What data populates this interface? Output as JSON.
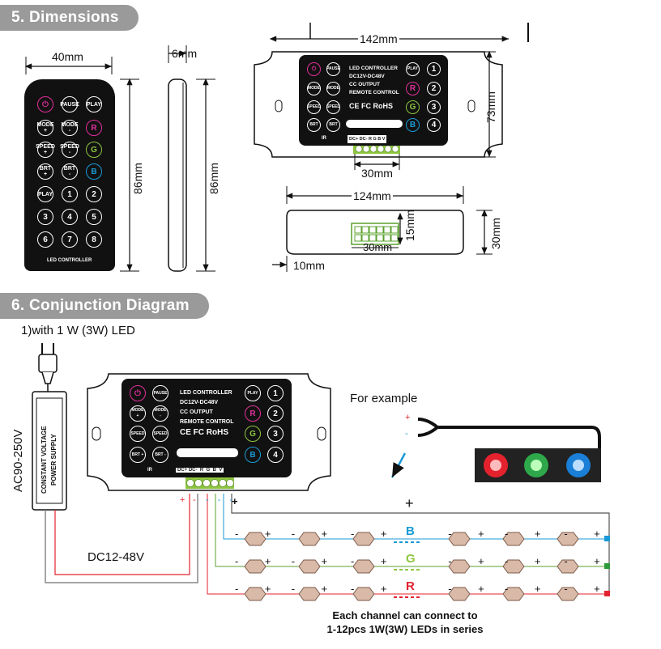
{
  "sections": {
    "dimensions_title": "5. Dimensions",
    "conjunction_title": "6. Conjunction Diagram"
  },
  "dimensions": {
    "remote_width": "40mm",
    "remote_height": "86mm",
    "side_thickness": "6mm",
    "side_height": "86mm",
    "controller_width": "142mm",
    "controller_height": "73mm",
    "terminal_width": "30mm",
    "body_width": "124mm",
    "body_height": "30mm",
    "terminal_height": "15mm",
    "terminal_width_side": "30mm",
    "foot": "10mm"
  },
  "remote": {
    "label": "LED CONTROLLER",
    "buttons": [
      "PAUSE",
      "PLAY",
      "MODE +",
      "MODE -",
      "R",
      "SPEED +",
      "SPEED -",
      "G",
      "BRT +",
      "BRT -",
      "B",
      "PLAY",
      "1",
      "2",
      "3",
      "4",
      "5",
      "6",
      "7",
      "8"
    ]
  },
  "controller": {
    "lines": [
      "LED CONTROLLER",
      "DC12V-DC48V",
      "CC OUTPUT",
      "REMOTE CONTROL"
    ],
    "cert": "CE FC RoHS",
    "ir": "IR",
    "terminals": [
      "DC+",
      "DC-",
      "R",
      "G",
      "B",
      "V"
    ]
  },
  "diagram": {
    "case_label": "1)with 1 W (3W) LED",
    "psu_voltage": "AC90-250V",
    "psu_label_1": "CONSTANT VOLTAGE",
    "psu_label_2": "POWER SUPPLY",
    "dc_label": "DC12-48V",
    "for_example": "For example",
    "plus": "+",
    "minus": "-",
    "channels": [
      "B",
      "G",
      "R"
    ],
    "note_1": "Each channel can connect to",
    "note_2": "1-12pcs 1W(3W) LEDs in series"
  },
  "colors": {
    "blue": "#1a9ad6",
    "green": "#8dc63f",
    "red": "#e4222e",
    "pill": "#9a9a9a"
  }
}
